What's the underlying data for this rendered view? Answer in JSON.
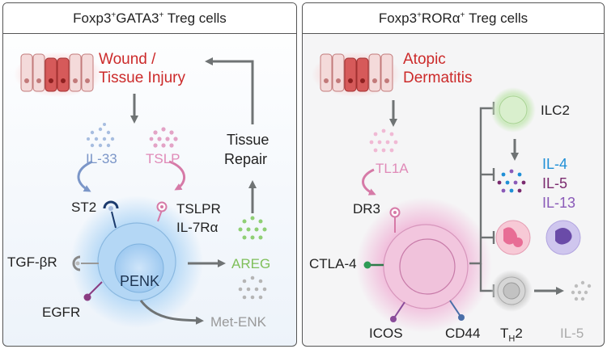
{
  "left_panel": {
    "title": {
      "p1": "Foxp3",
      "s1": "+",
      "p2": "GATA3",
      "s2": "+",
      "p3": " Treg cells"
    },
    "event_line1": "Wound /",
    "event_line2": "Tissue Injury",
    "cytokine_a": "IL-33",
    "cytokine_b": "TSLP",
    "receptor_a": "ST2",
    "receptor_b1": "TSLPR",
    "receptor_b2": "IL-7Rα",
    "receptor_c": "TGF-βR",
    "receptor_d": "EGFR",
    "nucleus": "PENK",
    "output_a": "AREG",
    "output_b": "Met-ENK",
    "outcome_line1": "Tissue",
    "outcome_line2": "Repair"
  },
  "right_panel": {
    "title": {
      "p1": "Foxp3",
      "s1": "+",
      "p2": "RORα",
      "s2": "+",
      "p3": " Treg cells"
    },
    "event_line1": "Atopic",
    "event_line2": "Dermatitis",
    "cytokine": "TL1A",
    "receptor_a": "DR3",
    "receptor_b": "CTLA-4",
    "receptor_c": "ICOS",
    "receptor_d": "CD44",
    "target_a": "ILC2",
    "il4": "IL-4",
    "il5": "IL-5",
    "il13": "IL-13",
    "th2_main": "T",
    "th2_sub": "H",
    "th2_tail": "2",
    "th2_output": "IL-5"
  },
  "colors": {
    "injury_red": "#cc2a2a",
    "il33_blue": "#7b96c8",
    "tslp_pink": "#d67aa7",
    "areg_green": "#7fbf5a",
    "treg_blue_cell": "#bcdcf7",
    "treg_pink_cell": "#f1bfdc",
    "il4_blue": "#1f8fd6",
    "il5_purple": "#7a2a6e",
    "il13_violet": "#8a5ab8",
    "arrow_gray": "#6f7374"
  }
}
